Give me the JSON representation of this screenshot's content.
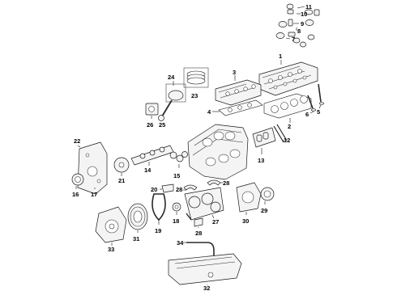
{
  "callouts": {
    "c1": "1",
    "c2": "2",
    "c3": "3",
    "c4": "4",
    "c5": "5",
    "c6": "6",
    "c7": "7",
    "c8": "8",
    "c9": "9",
    "c10": "10",
    "c11": "11",
    "c12": "12",
    "c13": "13",
    "c14": "14",
    "c15": "15",
    "c16": "16",
    "c17": "17",
    "c18": "18",
    "c19": "19",
    "c20": "20",
    "c21": "21",
    "c22": "22",
    "c23": "23",
    "c24": "24",
    "c25": "25",
    "c26": "26",
    "c27": "27",
    "c28a": "28",
    "c28b": "28",
    "c28c": "28",
    "c29": "29",
    "c30": "30",
    "c31": "31",
    "c32": "32",
    "c33": "33",
    "c34": "34"
  }
}
